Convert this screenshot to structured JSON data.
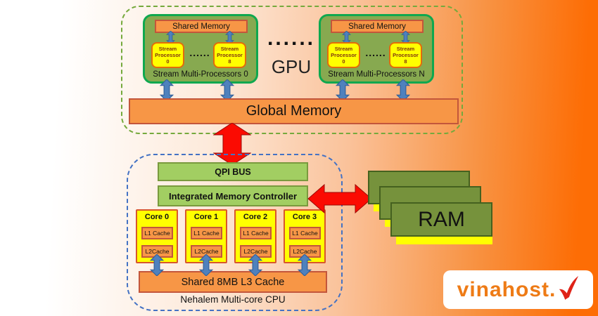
{
  "gpu": {
    "label": "GPU",
    "separator_dots": "......",
    "global_memory": "Global Memory",
    "sms": [
      {
        "title": "Stream Multi-Processors 0",
        "shared_memory": "Shared Memory",
        "dots": "......",
        "processors": [
          {
            "line1": "Stream",
            "line2": "Processor",
            "line3": "0"
          },
          {
            "line1": "Stream",
            "line2": "Processor",
            "line3": "8"
          }
        ]
      },
      {
        "title": "Stream Multi-Processors N",
        "shared_memory": "Shared Memory",
        "dots": "......",
        "processors": [
          {
            "line1": "Stream",
            "line2": "Processor",
            "line3": "0"
          },
          {
            "line1": "Stream",
            "line2": "Processor",
            "line3": "8"
          }
        ]
      }
    ]
  },
  "cpu": {
    "qpi_bus": "QPI BUS",
    "imc": "Integrated Memory Controller",
    "cores": [
      {
        "title": "Core 0",
        "l1": "L1 Cache",
        "l2": "L2Cache"
      },
      {
        "title": "Core 1",
        "l1": "L1 Cache",
        "l2": "L2Cache"
      },
      {
        "title": "Core 2",
        "l1": "L1 Cache",
        "l2": "L2Cache"
      },
      {
        "title": "Core 3",
        "l1": "L1 Cache",
        "l2": "L2Cache"
      }
    ],
    "l3": "Shared 8MB L3 Cache",
    "caption": "Nehalem Multi-core CPU"
  },
  "ram": {
    "label": "RAM"
  },
  "logo": {
    "text": "vinahost."
  },
  "colors": {
    "background_orange": "#FD6D05",
    "memory_orange": "#F79646",
    "memory_border_red": "#C3563B",
    "sm_green_fill": "#87A950",
    "sm_green_border": "#0FA84F",
    "bus_green": "#A2CE62",
    "core_yellow": "#FFFF00",
    "ram_olive": "#76923C",
    "arrow_blue": "#4F81BD",
    "arrow_red": "#FB0B02",
    "logo_orange": "#EE7B16",
    "logo_check_red": "#DF2318"
  }
}
